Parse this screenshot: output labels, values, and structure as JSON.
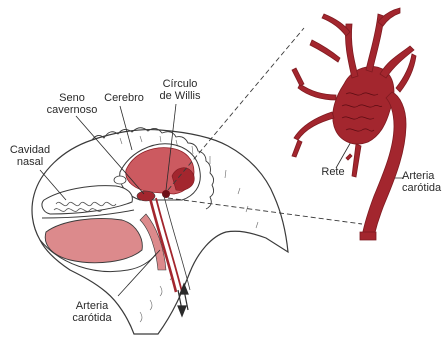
{
  "labels": {
    "seno_cavernoso": [
      "Seno",
      "cavernoso"
    ],
    "cerebro": "Cerebro",
    "circulo_willis": [
      "Círculo",
      "de Willis"
    ],
    "cavidad_nasal": [
      "Cavidad",
      "nasal"
    ],
    "arteria_carotida_left": [
      "Arteria",
      "carótida"
    ],
    "rete": "Rete",
    "arteria_carotida_right": [
      "Arteria",
      "carótida"
    ]
  },
  "colors": {
    "artery_red": "#a3262e",
    "light_red": "#cc5a60",
    "pink_tissue": "#dc8a8c",
    "outline": "#3a3a3a",
    "hatch": "#555555"
  }
}
